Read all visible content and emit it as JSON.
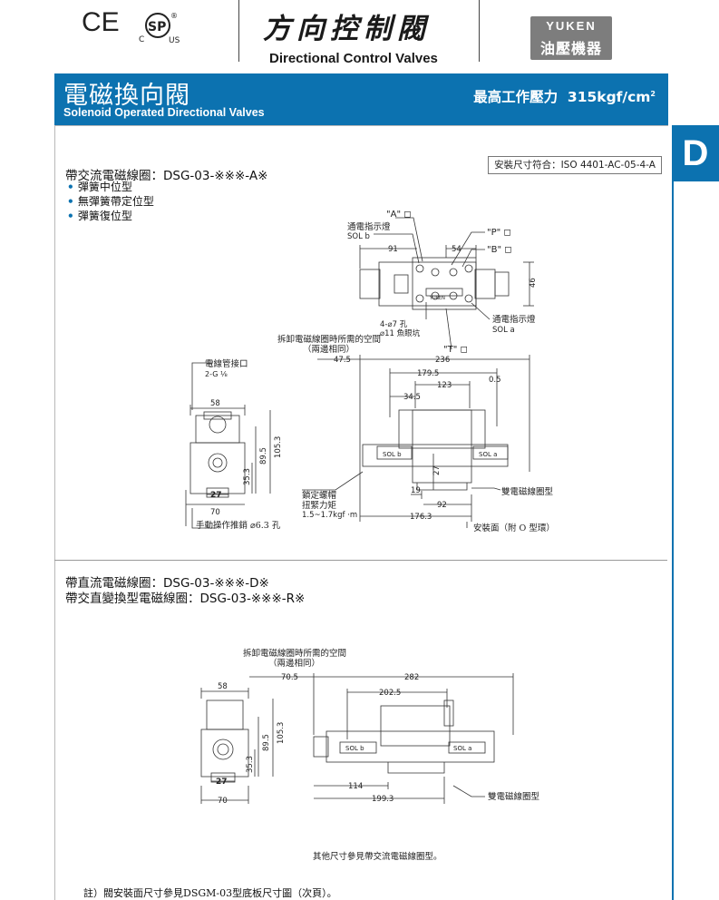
{
  "header": {
    "ce_mark": "CE",
    "csa_mark": "SP",
    "csa_reg": "®",
    "csa_c": "C",
    "csa_us": "US",
    "title_zh": "方向控制閥",
    "title_en": "Directional Control Valves",
    "logo_en": "YUKEN",
    "logo_zh": "油壓機器"
  },
  "band": {
    "title_zh": "電磁換向閥",
    "title_en": "Solenoid Operated Directional Valves",
    "pressure_label": "最高工作壓力",
    "pressure_value": "315kgf/cm",
    "pressure_exp": "2"
  },
  "section_tab": "D",
  "iso_note": "安裝尺寸符合：ISO 4401-AC-05-4-A",
  "section1": {
    "title": "帶交流電磁線圈：DSG-03-※※※-A※",
    "bullets": [
      "彈簧中位型",
      "無彈簧帶定位型",
      "彈簧復位型"
    ],
    "labels": {
      "port_a": "\"A\" ◻",
      "port_p": "\"P\" ◻",
      "port_b": "\"B\" ◻",
      "port_t": "\"T\" ◻",
      "indicator_b": "通電指示燈",
      "sol_b": "SOL b",
      "indicator_a": "通電指示燈",
      "sol_a": "SOL a",
      "holes": "4-⌀7 孔",
      "spotface": "⌀11 魚眼坑",
      "removal_space": "拆卸電磁線圈時所需的空間",
      "both_sides": "（兩邊相同）",
      "conduit": "電線管接口",
      "conduit_size": "2-G ⅛",
      "lock_nut": "鎖定螺帽",
      "torque_label": "扭緊力矩",
      "torque_value": "1.5~1.7kgf ·m",
      "manual_pin": "手動操作推銷 ⌀6.3 孔",
      "double_coil": "雙電磁線圈型",
      "mount_face": "安裝面（附 O 型環）",
      "sol_b_coil": "SOL b",
      "sol_a_coil": "SOL a",
      "nameplate": "YUKEN"
    },
    "dims": {
      "d91": "91",
      "d54": "54",
      "d46": "46",
      "d47_5": "47.5",
      "d236": "236",
      "d179_5": "179.5",
      "d123": "123",
      "d0_5": "0.5",
      "d34_5": "34.5",
      "d58": "58",
      "d89_5": "89.5",
      "d105_3": "105.3",
      "d35_3": "35.3",
      "d27": "27",
      "d70": "70",
      "d19": "19",
      "d27b": "27",
      "d92": "92",
      "d176_3": "176.3"
    }
  },
  "section2": {
    "title1": "帶直流電磁線圈：DSG-03-※※※-D※",
    "title2": "帶交直變換型電磁線圈：DSG-03-※※※-R※",
    "labels": {
      "removal_space": "拆卸電磁線圈時所需的空間",
      "both_sides": "（兩邊相同）",
      "sol_b": "SOL b",
      "sol_a": "SOL a",
      "double_coil": "雙電磁線圈型",
      "other_dims": "其他尺寸參見帶交流電磁線圈型。"
    },
    "dims": {
      "d70_5": "70.5",
      "d282": "282",
      "d202_5": "202.5",
      "d58": "58",
      "d89_5": "89.5",
      "d105_3": "105.3",
      "d35_3": "35.3",
      "d27": "27",
      "d70": "70",
      "d114": "114",
      "d199_3": "199.3"
    }
  },
  "footnote": "註）閥安裝面尺寸參見DSGM-03型底板尺寸圖（次頁）。"
}
